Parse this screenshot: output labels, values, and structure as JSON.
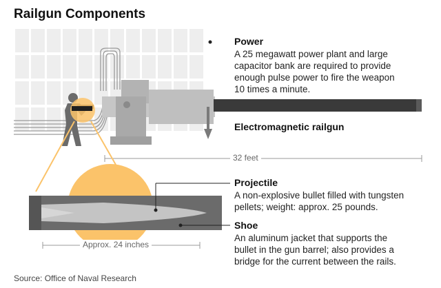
{
  "title": "Railgun Components",
  "power": {
    "heading": "Power",
    "line1": "A 25 megawatt power plant and large",
    "line2": "capacitor bank are required to provide",
    "line3": "enough pulse power to fire the weapon",
    "line4": "10 times a minute."
  },
  "railgun_label": "Electromagnetic railgun",
  "length_label": "32 feet",
  "projectile": {
    "heading": "Projectile",
    "line1": "A non-explosive bullet filled with tungsten",
    "line2": "pellets; weight: approx. 25 pounds."
  },
  "shoe": {
    "heading": "Shoe",
    "line1": "An aluminum jacket that supports the",
    "line2": "bullet in the gun barrel; also provides a",
    "line3": "bridge for the current between the rails."
  },
  "projectile_length_label": "Approx. 24 inches",
  "source": "Source: Office of Naval Research",
  "colors": {
    "capacitor_bank": "#efefef",
    "gun_body": "#b9b9b9",
    "barrel": "#3a3a3a",
    "highlight_circle": "#fbc36a",
    "shoe": "#6b6b6b",
    "projectile": "#c4c4c4"
  }
}
